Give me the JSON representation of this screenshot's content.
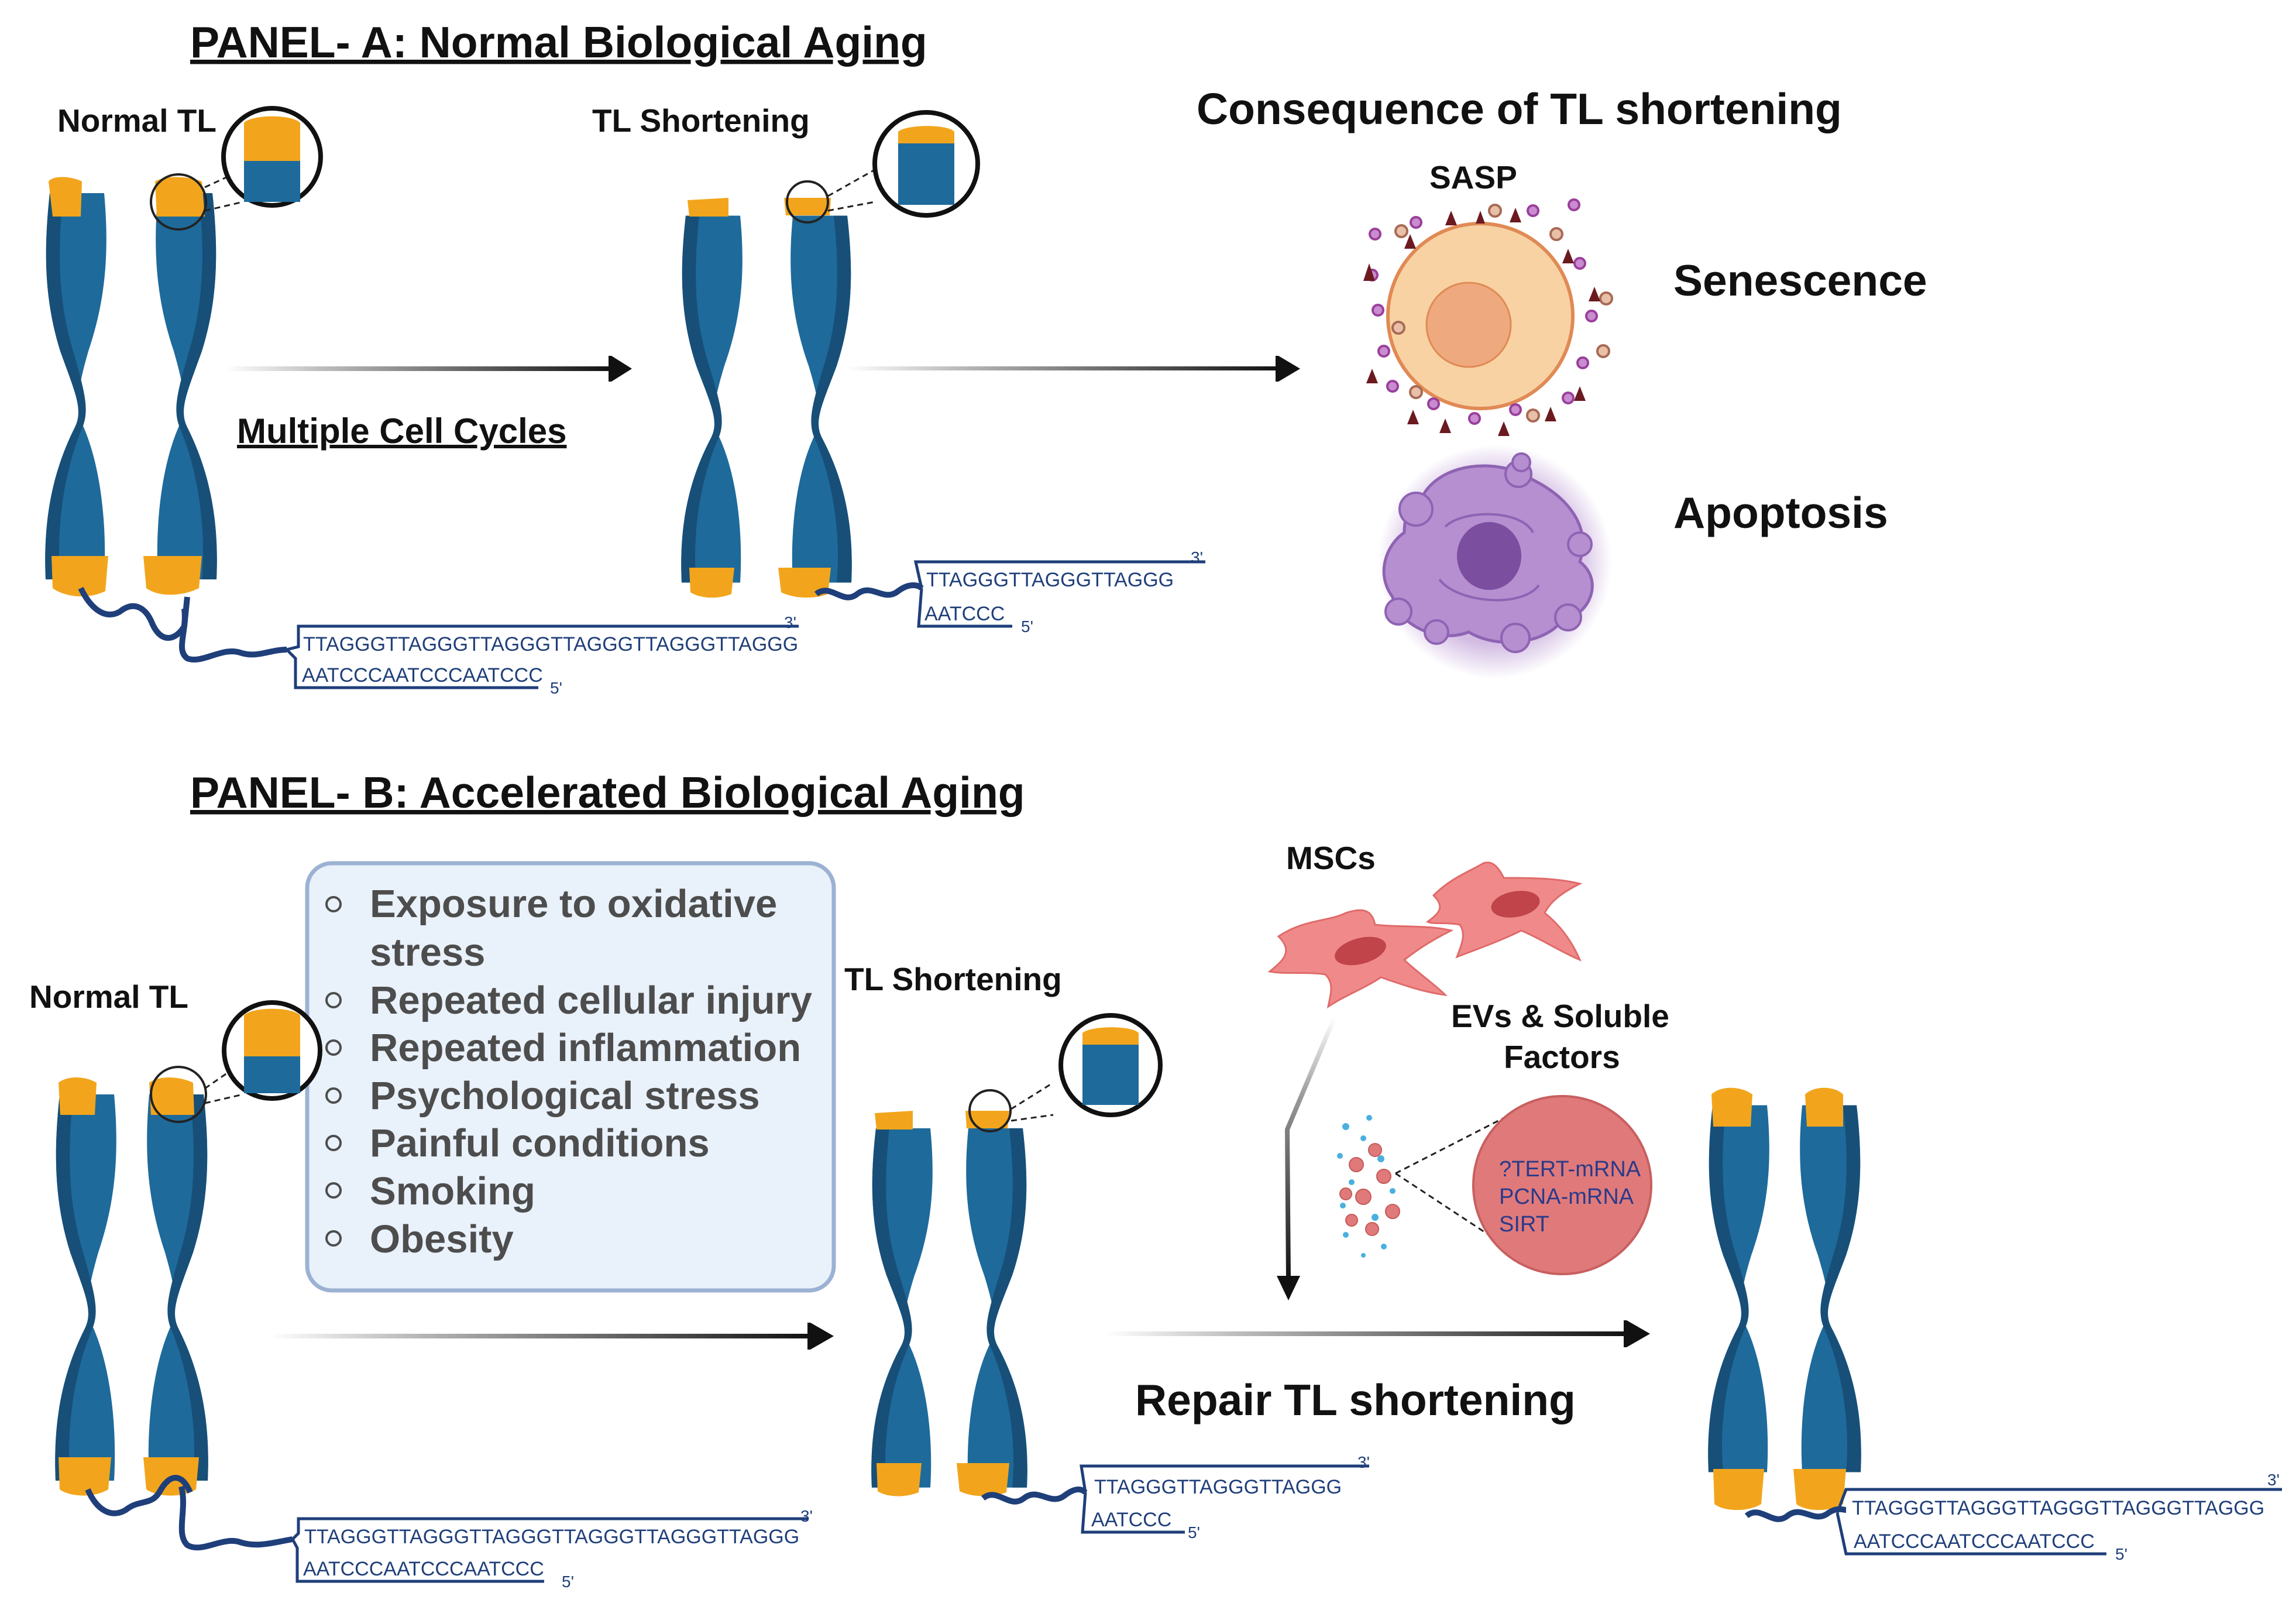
{
  "panel_a": {
    "title": "PANEL- A: Normal Biological Aging",
    "normal_label": "Normal TL",
    "short_label": "TL Shortening",
    "arrow_label": "Multiple Cell Cycles",
    "consequence_title": "Consequence of TL shortening",
    "sasp_label": "SASP",
    "senescence_label": "Senescence",
    "apoptosis_label": "Apoptosis",
    "long_seq_top": "TTAGGGTTAGGGTTAGGGTTAGGGTTAGGGTTAGGG",
    "long_seq_bottom": "AATCCCAATCCCAATCCC",
    "short_seq_top": "TTAGGGTTAGGGTTAGGG",
    "short_seq_bottom": "AATCCC",
    "three_prime": "3'",
    "five_prime": "5'"
  },
  "panel_b": {
    "title": "PANEL- B: Accelerated Biological Aging",
    "normal_label": "Normal TL",
    "short_label": "TL Shortening",
    "factors": [
      "Exposure to oxidative",
      "stress",
      "Repeated cellular injury",
      "Repeated inflammation",
      "Psychological stress",
      "Painful conditions",
      "Smoking",
      "Obesity"
    ],
    "msc_label": "MSCs",
    "ev_label_line1": "EVs & Soluble",
    "ev_label_line2": "Factors",
    "vesicle_cargo": [
      "?TERT-mRNA",
      "PCNA-mRNA",
      "SIRT"
    ],
    "repair_label": "Repair TL shortening",
    "long_seq_top": "TTAGGGTTAGGGTTAGGGTTAGGGTTAGGGTTAGGG",
    "long_seq_bottom": "AATCCCAATCCCAATCCC",
    "short_seq_top": "TTAGGGTTAGGGTTAGGG",
    "short_seq_bottom": "AATCCC",
    "repaired_seq_top": "TTAGGGTTAGGGTTAGGGTTAGGGTTAGGG",
    "repaired_seq_bottom": "AATCCCAATCCCAATCCC",
    "three_prime": "3'",
    "five_prime": "5'"
  },
  "colors": {
    "chromatid": "#1e6a9b",
    "chromatid_dark": "#174f78",
    "telomere": "#f2a51c",
    "dna": "#1f3f7a",
    "cell_fill": "#f8d2a3",
    "nucleus_fill": "#efa97e",
    "apoptotic_fill": "#b58fd0",
    "msc_fill": "#f08a8a",
    "vesicle_fill": "#e07a7a",
    "box_fill": "#e9f1fa",
    "box_stroke": "#9cb2d3"
  }
}
